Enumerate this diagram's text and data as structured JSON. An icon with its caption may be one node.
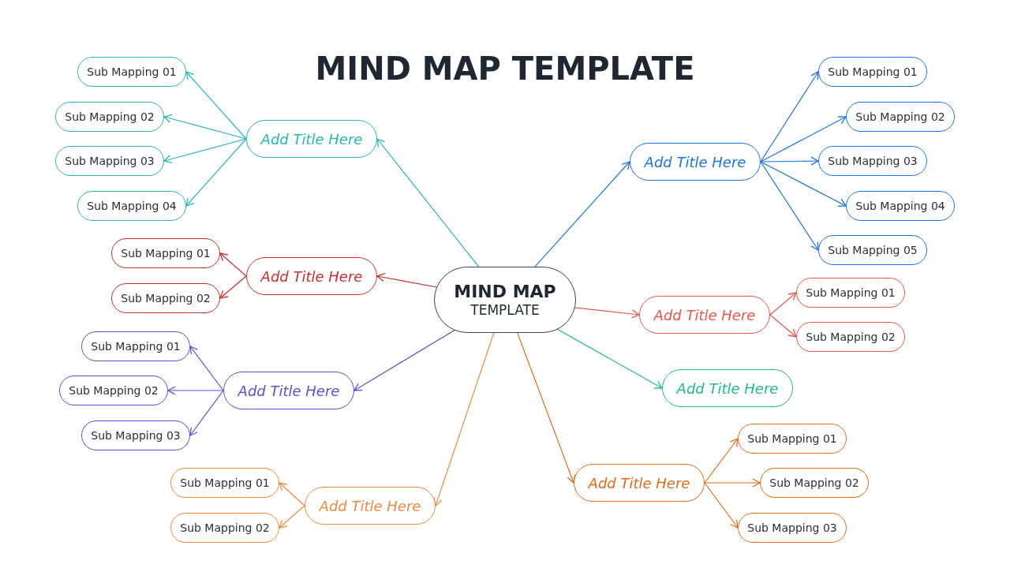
{
  "diagram": {
    "title": "MIND MAP TEMPLATE",
    "nodes": [
      {
        "text": [
          "MIND MAP",
          "TEMPLATE"
        ]
      },
      {
        "text": [
          "Add Title Here"
        ]
      },
      {
        "text": [
          "Sub Mapping 01"
        ]
      },
      {
        "text": [
          "Sub Mapping 02"
        ]
      },
      {
        "text": [
          "Sub Mapping 03"
        ]
      },
      {
        "text": [
          "Sub Mapping 04"
        ]
      },
      {
        "text": [
          "Add Title Here"
        ]
      },
      {
        "text": [
          "Sub Mapping 01"
        ]
      },
      {
        "text": [
          "Sub Mapping 02"
        ]
      },
      {
        "text": [
          "Sub Mapping 03"
        ]
      },
      {
        "text": [
          "Sub Mapping 04"
        ]
      },
      {
        "text": [
          "Sub Mapping 05"
        ]
      },
      {
        "text": [
          "Add Title Here"
        ]
      },
      {
        "text": [
          "Sub Mapping 01"
        ]
      },
      {
        "text": [
          "Sub Mapping 02"
        ]
      },
      {
        "text": [
          "Add Title Here"
        ]
      },
      {
        "text": [
          "Sub Mapping 01"
        ]
      },
      {
        "text": [
          "Sub Mapping 02"
        ]
      },
      {
        "text": [
          "Add Title Here"
        ]
      },
      {
        "text": [
          "Sub Mapping 01"
        ]
      },
      {
        "text": [
          "Sub Mapping 02"
        ]
      },
      {
        "text": [
          "Sub Mapping 03"
        ]
      },
      {
        "text": [
          "Add Title Here"
        ]
      },
      {
        "text": [
          "Add Title Here"
        ]
      },
      {
        "text": [
          "Sub Mapping 01"
        ]
      },
      {
        "text": [
          "Sub Mapping 02"
        ]
      },
      {
        "text": [
          "Add Title Here"
        ]
      },
      {
        "text": [
          "Sub Mapping 01"
        ]
      },
      {
        "text": [
          "Sub Mapping 02"
        ]
      },
      {
        "text": [
          "Sub Mapping 03"
        ]
      }
    ],
    "edges": [
      {
        "from": 0,
        "to": 1,
        "arrow": "to",
        "color": "#2bb5b8"
      },
      {
        "from": 1,
        "to": 2,
        "arrow": "to",
        "color": "#2bb5b8"
      },
      {
        "from": 1,
        "to": 3,
        "arrow": "to",
        "color": "#2bb5b8"
      },
      {
        "from": 1,
        "to": 4,
        "arrow": "to",
        "color": "#2bb5b8"
      },
      {
        "from": 1,
        "to": 5,
        "arrow": "to",
        "color": "#2bb5b8"
      },
      {
        "from": 0,
        "to": 6,
        "arrow": "to",
        "color": "#1a73e8"
      },
      {
        "from": 6,
        "to": 7,
        "arrow": "to",
        "color": "#1a73e8"
      },
      {
        "from": 6,
        "to": 8,
        "arrow": "to",
        "color": "#1a73e8"
      },
      {
        "from": 6,
        "to": 9,
        "arrow": "to",
        "color": "#1a73e8"
      },
      {
        "from": 6,
        "to": 10,
        "arrow": "to",
        "color": "#1a73e8"
      },
      {
        "from": 6,
        "to": 11,
        "arrow": "to",
        "color": "#1a73e8"
      },
      {
        "from": 0,
        "to": 12,
        "arrow": "to",
        "color": "#c9302c"
      },
      {
        "from": 12,
        "to": 13,
        "arrow": "to",
        "color": "#c9302c"
      },
      {
        "from": 12,
        "to": 14,
        "arrow": "to",
        "color": "#c9302c"
      },
      {
        "from": 0,
        "to": 15,
        "arrow": "to",
        "color": "#e8574a"
      },
      {
        "from": 15,
        "to": 16,
        "arrow": "to",
        "color": "#e8574a"
      },
      {
        "from": 15,
        "to": 17,
        "arrow": "to",
        "color": "#e8574a"
      },
      {
        "from": 0,
        "to": 18,
        "arrow": "to",
        "color": "#5b4fd6"
      },
      {
        "from": 18,
        "to": 19,
        "arrow": "to",
        "color": "#5b4fd6"
      },
      {
        "from": 18,
        "to": 20,
        "arrow": "to",
        "color": "#5b4fd6"
      },
      {
        "from": 18,
        "to": 21,
        "arrow": "to",
        "color": "#5b4fd6"
      },
      {
        "from": 0,
        "to": 22,
        "arrow": "to",
        "color": "#20b98a"
      },
      {
        "from": 0,
        "to": 23,
        "arrow": "to",
        "color": "#f08a3c"
      },
      {
        "from": 23,
        "to": 24,
        "arrow": "to",
        "color": "#f08a3c"
      },
      {
        "from": 23,
        "to": 25,
        "arrow": "to",
        "color": "#f08a3c"
      },
      {
        "from": 0,
        "to": 26,
        "arrow": "to",
        "color": "#e06b1a"
      },
      {
        "from": 26,
        "to": 27,
        "arrow": "to",
        "color": "#e06b1a"
      },
      {
        "from": 26,
        "to": 28,
        "arrow": "to",
        "color": "#e06b1a"
      },
      {
        "from": 26,
        "to": 29,
        "arrow": "to",
        "color": "#e06b1a"
      }
    ]
  }
}
